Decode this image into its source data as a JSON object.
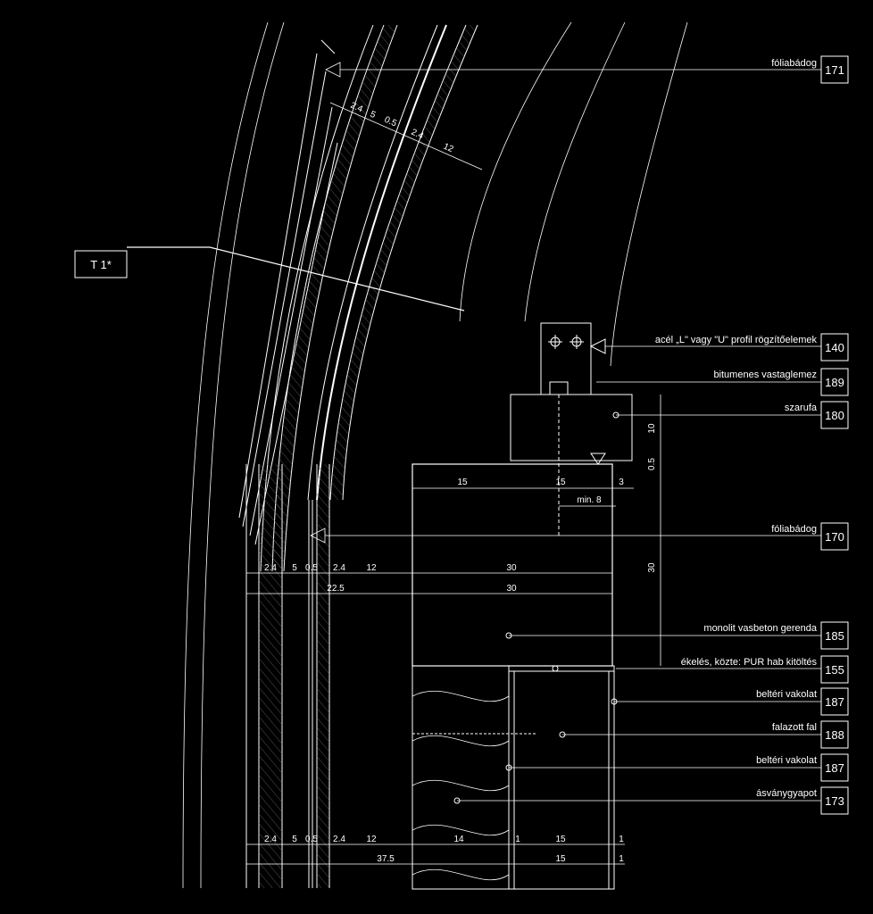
{
  "section_tag": "T 1*",
  "callouts": [
    {
      "label": "fóliabádog",
      "number": "171"
    },
    {
      "label": "acél „L\" vagy \"U\" profil rögzítőelemek",
      "number": "140"
    },
    {
      "label": "bitumenes vastaglemez",
      "number": "189"
    },
    {
      "label": "szarufa",
      "number": "180"
    },
    {
      "label": "fóliabádog",
      "number": "170"
    },
    {
      "label": "monolit vasbeton gerenda",
      "number": "185"
    },
    {
      "label": "ékelés, közte: PUR hab kitöltés",
      "number": "155"
    },
    {
      "label": "beltéri vakolat",
      "number": "187"
    },
    {
      "label": "falazott fal",
      "number": "188"
    },
    {
      "label": "beltéri vakolat",
      "number": "187"
    },
    {
      "label": "ásványgyapot",
      "number": "173"
    }
  ],
  "dimensions": {
    "upper_row": [
      "2.4",
      "5",
      "0.5",
      "2.4",
      "12"
    ],
    "beam_top": [
      "15",
      "15",
      "3"
    ],
    "min_label": "min. 8",
    "vertical": [
      "10",
      "0.5",
      "30"
    ],
    "mid_row1": [
      "2.4",
      "5",
      "0.5",
      "2.4",
      "12",
      "30"
    ],
    "mid_row2": [
      "22.5",
      "30"
    ],
    "bottom_row1": [
      "2.4",
      "5",
      "0.5",
      "2.4",
      "12",
      "14",
      "1",
      "15",
      "1"
    ],
    "bottom_row2": [
      "37.5",
      "15",
      "1"
    ]
  },
  "colors": {
    "background": "#000000",
    "line": "#ffffff"
  }
}
